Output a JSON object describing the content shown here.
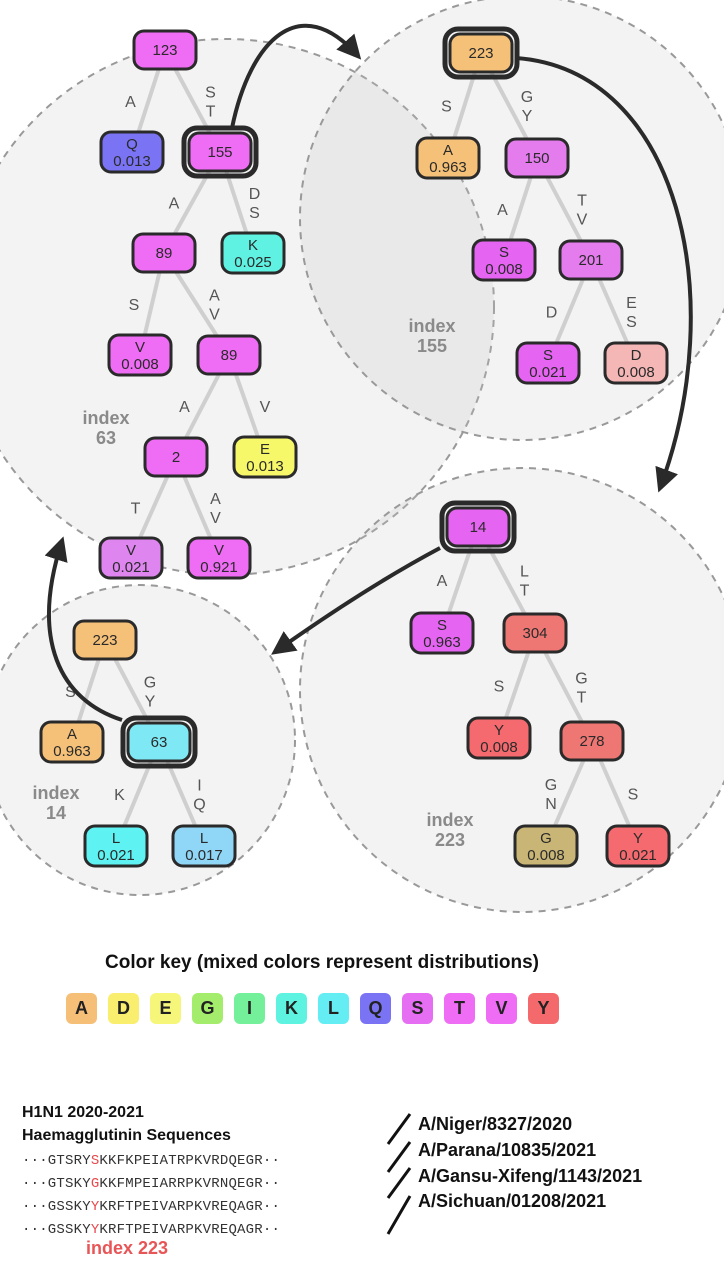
{
  "clusters": [
    {
      "name": "index-63",
      "label": [
        "index",
        "63"
      ]
    },
    {
      "name": "index-155",
      "label": [
        "index",
        "155"
      ]
    },
    {
      "name": "index-223",
      "label": [
        "index",
        "223"
      ]
    },
    {
      "name": "index-14",
      "label": [
        "index",
        "14"
      ]
    }
  ],
  "nodes": [
    {
      "id": "c63_root",
      "lines": [
        "123"
      ],
      "color": "#ef6cf4"
    },
    {
      "id": "c63_q",
      "lines": [
        "Q",
        "0.013"
      ],
      "color": "#7a74f5"
    },
    {
      "id": "c63_155",
      "lines": [
        "155"
      ],
      "color": "#ef6cf4",
      "highlight": true
    },
    {
      "id": "c63_89a",
      "lines": [
        "89"
      ],
      "color": "#ef6cf4"
    },
    {
      "id": "c63_k",
      "lines": [
        "K",
        "0.025"
      ],
      "color": "#5ff2e2"
    },
    {
      "id": "c63_v1",
      "lines": [
        "V",
        "0.008"
      ],
      "color": "#ef6cf4"
    },
    {
      "id": "c63_89b",
      "lines": [
        "89"
      ],
      "color": "#ef6cf4"
    },
    {
      "id": "c63_2",
      "lines": [
        "2"
      ],
      "color": "#ef6cf4"
    },
    {
      "id": "c63_e",
      "lines": [
        "E",
        "0.013"
      ],
      "color": "#f7f76a"
    },
    {
      "id": "c63_v2",
      "lines": [
        "V",
        "0.021"
      ],
      "color": "#de85ef"
    },
    {
      "id": "c63_v3",
      "lines": [
        "V",
        "0.921"
      ],
      "color": "#ef6cf4"
    },
    {
      "id": "c155_root",
      "lines": [
        "223"
      ],
      "color": "#f5c178",
      "highlight": true
    },
    {
      "id": "c155_a",
      "lines": [
        "A",
        "0.963"
      ],
      "color": "#f5c178"
    },
    {
      "id": "c155_150",
      "lines": [
        "150"
      ],
      "color": "#e57cee"
    },
    {
      "id": "c155_s1",
      "lines": [
        "S",
        "0.008"
      ],
      "color": "#e564f1"
    },
    {
      "id": "c155_201",
      "lines": [
        "201"
      ],
      "color": "#e57cee"
    },
    {
      "id": "c155_s2",
      "lines": [
        "S",
        "0.021"
      ],
      "color": "#e564f1"
    },
    {
      "id": "c155_d",
      "lines": [
        "D",
        "0.008"
      ],
      "color": "#f4b7b6"
    },
    {
      "id": "c223_root",
      "lines": [
        "14"
      ],
      "color": "#e564f1",
      "highlight": true
    },
    {
      "id": "c223_s",
      "lines": [
        "S",
        "0.963"
      ],
      "color": "#e564f1"
    },
    {
      "id": "c223_304",
      "lines": [
        "304"
      ],
      "color": "#ee7773"
    },
    {
      "id": "c223_y1",
      "lines": [
        "Y",
        "0.008"
      ],
      "color": "#f56a6e"
    },
    {
      "id": "c223_278",
      "lines": [
        "278"
      ],
      "color": "#ee7773"
    },
    {
      "id": "c223_g",
      "lines": [
        "G",
        "0.008"
      ],
      "color": "#c9b677"
    },
    {
      "id": "c223_y2",
      "lines": [
        "Y",
        "0.021"
      ],
      "color": "#f56a6e"
    },
    {
      "id": "c14_root",
      "lines": [
        "223"
      ],
      "color": "#f5c178"
    },
    {
      "id": "c14_a",
      "lines": [
        "A",
        "0.963"
      ],
      "color": "#f5c178"
    },
    {
      "id": "c14_63",
      "lines": [
        "63"
      ],
      "color": "#7ee9f5",
      "highlight": true
    },
    {
      "id": "c14_l1",
      "lines": [
        "L",
        "0.021"
      ],
      "color": "#5ff2f2"
    },
    {
      "id": "c14_l2",
      "lines": [
        "L",
        "0.017"
      ],
      "color": "#90d6f7"
    }
  ],
  "edges": [
    {
      "from": "c63_root",
      "to": "c63_q",
      "label": [
        "A"
      ]
    },
    {
      "from": "c63_root",
      "to": "c63_155",
      "label": [
        "S",
        "T"
      ]
    },
    {
      "from": "c63_155",
      "to": "c63_89a",
      "label": [
        "A"
      ]
    },
    {
      "from": "c63_155",
      "to": "c63_k",
      "label": [
        "D",
        "S"
      ]
    },
    {
      "from": "c63_89a",
      "to": "c63_v1",
      "label": [
        "S"
      ]
    },
    {
      "from": "c63_89a",
      "to": "c63_89b",
      "label": [
        "A",
        "V"
      ]
    },
    {
      "from": "c63_89b",
      "to": "c63_2",
      "label": [
        "A"
      ]
    },
    {
      "from": "c63_89b",
      "to": "c63_e",
      "label": [
        "V"
      ]
    },
    {
      "from": "c63_2",
      "to": "c63_v2",
      "label": [
        "T"
      ]
    },
    {
      "from": "c63_2",
      "to": "c63_v3",
      "label": [
        "A",
        "V"
      ]
    },
    {
      "from": "c155_root",
      "to": "c155_a",
      "label": [
        "S"
      ]
    },
    {
      "from": "c155_root",
      "to": "c155_150",
      "label": [
        "G",
        "Y"
      ]
    },
    {
      "from": "c155_150",
      "to": "c155_s1",
      "label": [
        "A"
      ]
    },
    {
      "from": "c155_150",
      "to": "c155_201",
      "label": [
        "T",
        "V"
      ]
    },
    {
      "from": "c155_201",
      "to": "c155_s2",
      "label": [
        "D"
      ]
    },
    {
      "from": "c155_201",
      "to": "c155_d",
      "label": [
        "E",
        "S"
      ]
    },
    {
      "from": "c223_root",
      "to": "c223_s",
      "label": [
        "A"
      ]
    },
    {
      "from": "c223_root",
      "to": "c223_304",
      "label": [
        "L",
        "T"
      ]
    },
    {
      "from": "c223_304",
      "to": "c223_y1",
      "label": [
        "S"
      ]
    },
    {
      "from": "c223_304",
      "to": "c223_278",
      "label": [
        "G",
        "T"
      ]
    },
    {
      "from": "c223_278",
      "to": "c223_g",
      "label": [
        "G",
        "N"
      ]
    },
    {
      "from": "c223_278",
      "to": "c223_y2",
      "label": [
        "S"
      ]
    },
    {
      "from": "c14_root",
      "to": "c14_a",
      "label": [
        "S"
      ]
    },
    {
      "from": "c14_root",
      "to": "c14_63",
      "label": [
        "G",
        "Y"
      ]
    },
    {
      "from": "c14_63",
      "to": "c14_l1",
      "label": [
        "K"
      ]
    },
    {
      "from": "c14_63",
      "to": "c14_l2",
      "label": [
        "I",
        "Q"
      ]
    }
  ],
  "color_key": {
    "title": "Color key (mixed colors represent distributions)",
    "items": [
      {
        "letter": "A",
        "color": "#f6bf78"
      },
      {
        "letter": "D",
        "color": "#f9ee6e"
      },
      {
        "letter": "E",
        "color": "#f6f77a"
      },
      {
        "letter": "G",
        "color": "#a4ec6c"
      },
      {
        "letter": "I",
        "color": "#74ef9a"
      },
      {
        "letter": "K",
        "color": "#5ef3e0"
      },
      {
        "letter": "L",
        "color": "#65edf4"
      },
      {
        "letter": "Q",
        "color": "#7a74f5"
      },
      {
        "letter": "S",
        "color": "#e56ef2"
      },
      {
        "letter": "T",
        "color": "#ef6cf4"
      },
      {
        "letter": "V",
        "color": "#ef6cf4"
      },
      {
        "letter": "Y",
        "color": "#f46a6c"
      }
    ]
  },
  "sequences": {
    "title_line1": "H1N1 2020-2021",
    "title_line2": "Haemagglutinin Sequences",
    "rows": [
      {
        "pre": "···GTSRY",
        "mid": "S",
        "post": "KKFKPEIATRPKVRDQEGR··"
      },
      {
        "pre": "···GTSKY",
        "mid": "G",
        "post": "KKFMPEIARRPKVRNQEGR··"
      },
      {
        "pre": "···GSSKY",
        "mid": "Y",
        "post": "KRFTPEIVARPKVREQAGR··"
      },
      {
        "pre": "···GSSKY",
        "mid": "Y",
        "post": "KRFTPEIVARPKVREQAGR··"
      }
    ],
    "strains": [
      "A/Niger/8327/2020",
      "A/Parana/10835/2021",
      "A/Gansu-Xifeng/1143/2021",
      "A/Sichuan/01208/2021"
    ],
    "index_note": "index 223"
  }
}
